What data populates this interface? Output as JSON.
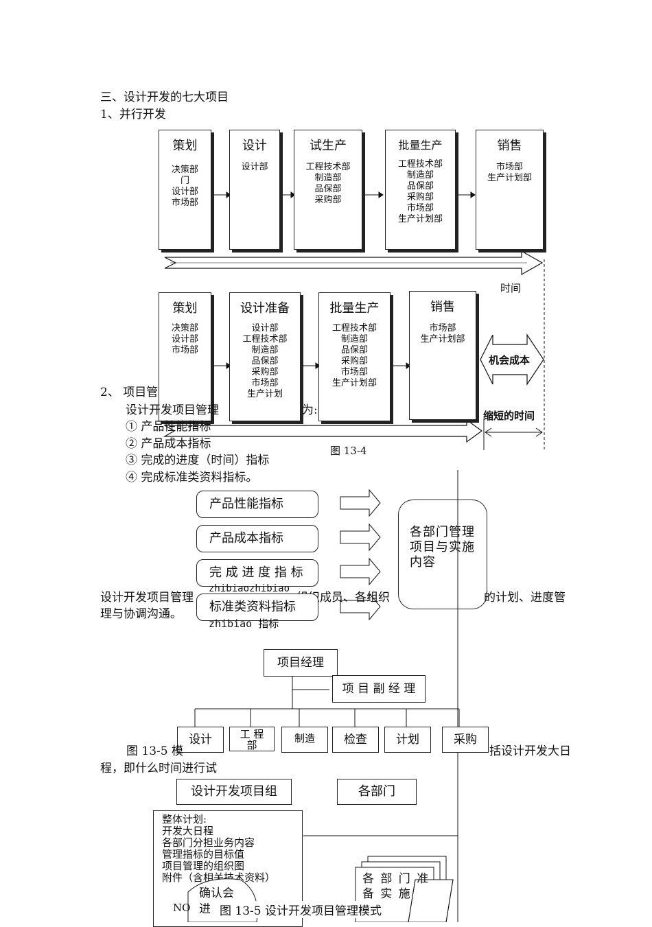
{
  "section3_heading": "三、设计开发的七大项目",
  "item1_heading": "1、并行开发",
  "sequential": [
    {
      "title": "策划",
      "depts": "决策部\n门\n设计部\n市场部"
    },
    {
      "title": "设计",
      "depts": "设计部"
    },
    {
      "title": "试生产",
      "depts": "工程技术部\n制造部\n品保部\n采购部"
    },
    {
      "title": "批量生产",
      "depts": "工程技术部\n制造部\n品保部\n采购部\n市场部\n生产计划部"
    },
    {
      "title": "销售",
      "depts": "市场部\n生产计划部"
    }
  ],
  "time_label": "时间",
  "parallel": [
    {
      "title": "策划",
      "depts": "决策部\n设计部\n市场部"
    },
    {
      "title": "设计准备",
      "depts": "设计部\n工程技术部\n制造部\n品保部\n采购部\n市场部\n生产计划"
    },
    {
      "title": "批量生产",
      "depts": "工程技术部\n制造部\n品保部\n采购部\n市场部\n生产计划部"
    },
    {
      "title": "销售",
      "depts": "市场部\n生产计划部"
    }
  ],
  "opportunity_cost_label": "机会成本",
  "shortened_time_label": "缩短的时间",
  "figure_13_4_caption": "图 13-4",
  "item2_heading": "2、 项目管",
  "item2_intro": "设计开发项目管理",
  "item2_intro_tail": "为:",
  "indicators": [
    "① 产品性能指标",
    "② 产品成本指标",
    "③ 完成的进度（时间）指标",
    "④ 完成标准类资料指标。"
  ],
  "indicator_pills": [
    "产品性能指标",
    "产品成本指标",
    "完 成 进 度 指 标",
    "标准类资料指标"
  ],
  "pill_overlay_text_1": "zhibiaozhibiao",
  "pill_overlay_text_2": "zhibiao  指标",
  "department_mgmt_box": "各部门管理项目与实施内容",
  "paragraph_1": "设计开发项目管理",
  "paragraph_1_mid": "组织成员、各组织",
  "paragraph_1_tail": "的计划、进度管",
  "paragraph_1_line2": "理与协调沟通。",
  "org_chart": {
    "manager": "项目经理",
    "deputy": "项 目 副 经 理",
    "departments": [
      "设计",
      "工 程\n部",
      "制造",
      "检查",
      "计划",
      "采购"
    ]
  },
  "paragraph_2_start": "图 13-5 模",
  "paragraph_2_end": "括设计开发大日",
  "paragraph_2_line2": "程，即什么时间进行试",
  "project_group_label": "设计开发项目组",
  "departments_label": "各部门",
  "overall_plan": [
    "整体计划:",
    "开发大日程",
    "各部门分担业务内容",
    "管理指标的目标值",
    "项目管理的组织图",
    "附件（含相关技术资料）"
  ],
  "dept_plan_stack": "各 部 门 准\n备 实 施",
  "confirm_box": "确认会\n进",
  "no_label": "NO",
  "figure_13_5_caption": "图 13-5 设计开发项目管理模式"
}
